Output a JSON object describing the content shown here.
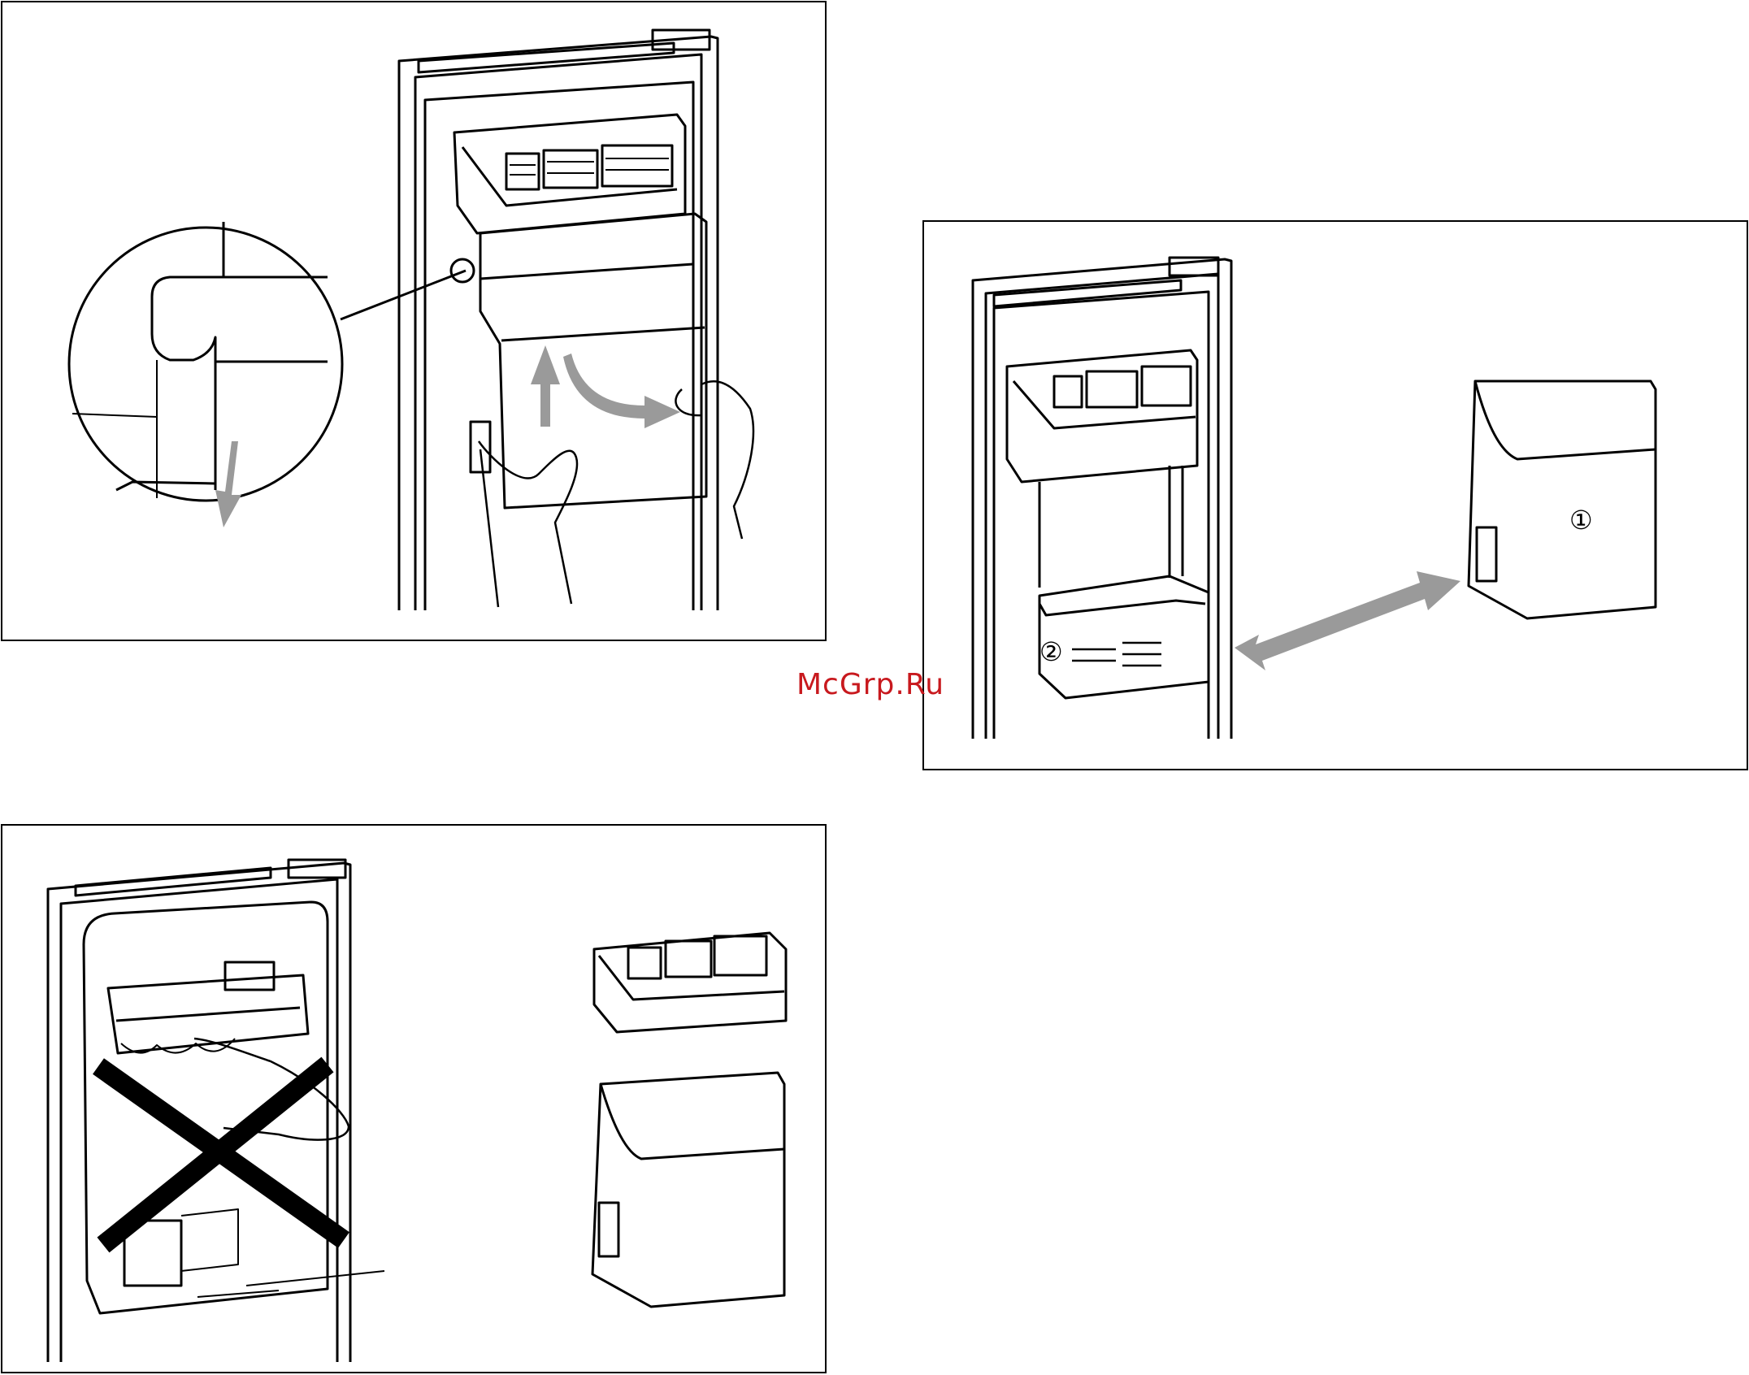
{
  "watermark": {
    "text": "McGrp.Ru"
  },
  "callouts": {
    "item_1": "①",
    "item_2": "②"
  },
  "colors": {
    "line": "#000000",
    "arrow": "#9a9a9a",
    "watermark": "#c8191e",
    "background": "#ffffff"
  }
}
